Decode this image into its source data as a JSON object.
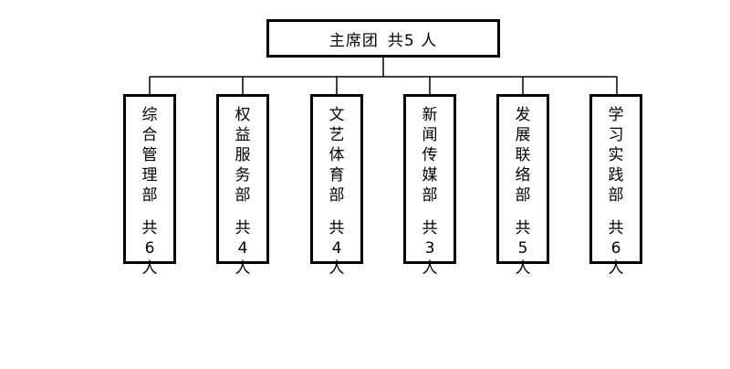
{
  "root": {
    "label": "主席团",
    "count_text": "共5 人"
  },
  "departments": [
    {
      "name": "综合管理部",
      "count_text": "共6人"
    },
    {
      "name": "权益服务部",
      "count_text": "共4人"
    },
    {
      "name": "文艺体育部",
      "count_text": "共4人"
    },
    {
      "name": "新闻传媒部",
      "count_text": "共3人"
    },
    {
      "name": "发展联络部",
      "count_text": "共5人"
    },
    {
      "name": "学习实践部",
      "count_text": "共6人"
    }
  ]
}
